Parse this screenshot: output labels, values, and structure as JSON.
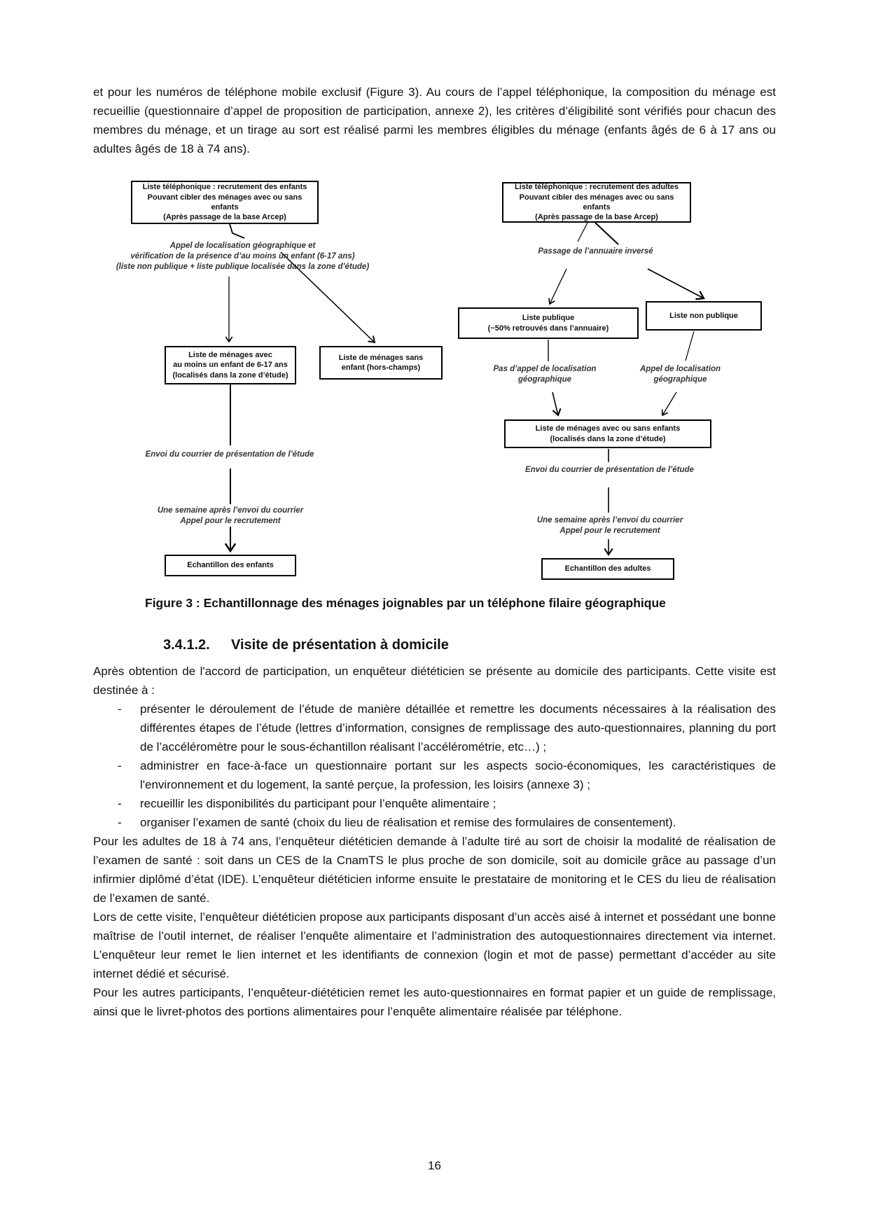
{
  "page": {
    "number": "16"
  },
  "intro": {
    "text": "et pour les numéros de téléphone mobile exclusif (Figure 3). Au cours de l’appel téléphonique, la composition du ménage est recueillie (questionnaire d’appel de proposition de participation, annexe 2), les critères d’éligibilité sont vérifiés pour chacun des membres du ménage, et un tirage au sort est réalisé parmi les membres éligibles du ménage (enfants âgés de 6 à 17 ans ou adultes âgés de 18 à 74 ans)."
  },
  "figure": {
    "caption": "Figure 3 : Echantillonnage des ménages joignables par un téléphone filaire géographique",
    "left": {
      "source_box": "Liste téléphonique : recrutement des enfants\nPouvant cibler des ménages avec ou sans enfants\n(Après passage de la base Arcep)",
      "geo_call_label": "Appel de localisation géographique  et\nvérification de la présence d’au moins un enfant (6-17 ans)\n(liste non publique + liste publique localisée dans la zone d’étude)",
      "with_child_box": "Liste de ménages avec\nau moins un enfant de 6-17 ans\n(localisés dans la zone d’étude)",
      "without_child_box": "Liste de ménages sans\nenfant (hors-champs)",
      "mail_label": "Envoi du courrier  de présentation de l’étude",
      "week_label": "Une semaine après l’envoi du courrier\nAppel pour le recrutement",
      "sample_box": "Echantillon des enfants"
    },
    "right": {
      "source_box": "Liste téléphonique : recrutement des adultes\nPouvant cibler des ménages avec ou sans enfants\n(Après passage de la base Arcep)",
      "directory_label": "Passage de l’annuaire inversé",
      "public_list_box": "Liste publique\n(~50% retrouvés dans l’annuaire)",
      "non_public_list_box": "Liste non publique",
      "no_geo_call_label": "Pas d’appel de localisation\ngéographique",
      "geo_call_label": "Appel de localisation\ngéographique",
      "households_box": "Liste de ménages avec ou sans enfants\n(localisés dans la zone d’étude)",
      "mail_label": "Envoi du courrier  de présentation de l’étude",
      "week_label": "Une semaine après l’envoi du courrier\nAppel pour le recrutement",
      "sample_box": "Echantillon des adultes"
    }
  },
  "section": {
    "number": "3.4.1.2.",
    "title": "Visite de présentation à domicile"
  },
  "body": {
    "p1": "Après obtention de l'accord de participation, un enquêteur diététicien se présente au domicile des participants. Cette visite est destinée à :",
    "bullet_marker": "-",
    "bullets": [
      "présenter le déroulement de l’étude de manière détaillée et remettre les documents nécessaires à la réalisation des différentes étapes de l’étude (lettres d’information, consignes de remplissage des auto-questionnaires, planning du port de l’accéléromètre pour le sous-échantillon réalisant l’accélérométrie, etc…) ;",
      "administrer en face-à-face un questionnaire portant sur les aspects socio-économiques, les caractéristiques de l'environnement et du logement, la santé perçue, la profession, les loisirs (annexe 3) ;",
      "recueillir les disponibilités du participant pour l’enquête alimentaire ;",
      "organiser l’examen de santé (choix du lieu de réalisation et remise des formulaires de consentement)."
    ],
    "p2": "Pour les adultes de 18 à 74 ans, l’enquêteur diététicien demande à l’adulte tiré au sort de choisir la modalité de réalisation de l’examen de santé : soit dans un CES de la CnamTS le plus proche de son domicile, soit au domicile grâce au passage d’un infirmier diplômé d’état (IDE). L’enquêteur diététicien informe ensuite le prestataire de monitoring et le CES du lieu de réalisation de l’examen de santé.",
    "p3": "Lors de cette visite, l’enquêteur diététicien propose aux participants disposant d’un accès aisé à internet et possédant une bonne maîtrise de l’outil internet, de réaliser l’enquête alimentaire et l’administration des autoquestionnaires directement via internet. L’enquêteur leur remet le lien internet et les identifiants de connexion (login et mot de passe) permettant d’accéder au site internet dédié et sécurisé.",
    "p4": "Pour les autres participants, l’enquêteur-diététicien remet les auto-questionnaires en format papier et un guide de remplissage, ainsi que le livret-photos des portions alimentaires pour l’enquête alimentaire réalisée par téléphone."
  }
}
